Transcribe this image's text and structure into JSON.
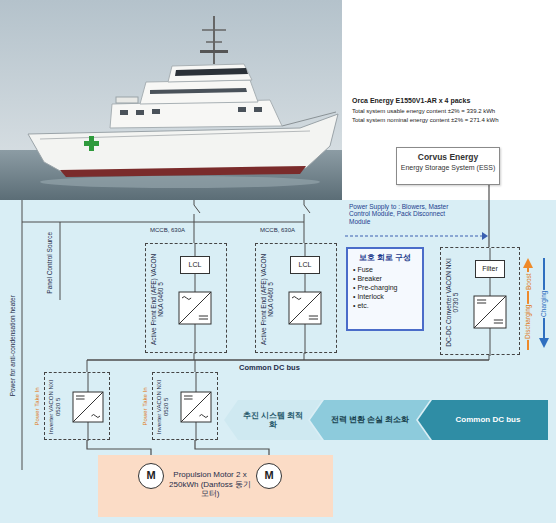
{
  "diagram": {
    "nodes": [
      {
        "text": [
          "Corvus Energy",
          "Energy Storage System (ESS)"
        ]
      },
      {
        "text": [
          "Active Front End (AFE) VACON NXA 0460 5"
        ]
      },
      {
        "text": [
          "LCL"
        ],
        "in": 1
      },
      {
        "text": [
          "Active Front End (AFE) VACON NXA 0460 5"
        ]
      },
      {
        "text": [
          "LCL"
        ],
        "in": 3
      },
      {
        "text": [
          "보호 회로 구성",
          "• Fuse",
          "• Breaker",
          "• Pre-charging",
          "• Interlock",
          "• etc."
        ]
      },
      {
        "text": [
          "DC-DC Converter VACON NXI 0730 5"
        ]
      },
      {
        "text": [
          "Filter"
        ],
        "in": 6
      },
      {
        "text": [
          "Inverter VACON NXI 0520 5"
        ]
      },
      {
        "text": [
          "Inverter VACON NXI 0520 5"
        ]
      },
      {
        "text": [
          "Propulsion Motor 2 x 250kWh (Danfoss 동기 모터)"
        ]
      },
      {
        "text": [
          "M"
        ],
        "in": 10
      },
      {
        "text": [
          "M"
        ],
        "in": 10
      },
      {
        "text": [
          "추진 시스템 최적화"
        ]
      },
      {
        "text": [
          "전력 변환 손실 최소화"
        ]
      },
      {
        "text": [
          "Common DC bus"
        ]
      }
    ],
    "edges": [
      {
        "from": 0,
        "to": 6,
        "arrow": "none"
      },
      {
        "from": 8,
        "to": 11,
        "arrow": "none"
      },
      {
        "from": 9,
        "to": 12,
        "arrow": "none"
      }
    ],
    "labels": [
      "Orca Energy E1550V1-AR x 4 packs",
      "Total system usable energy content ±2% = 339.2 kWh",
      "Total system nominal energy content ±2% = 271.4 kWh",
      "Power Supply to : Blowers, Master Control Module, Pack Disconnect Module",
      "MCCB, 630A",
      "MCCB, 630A",
      "Boost",
      "Discharging",
      "Charging",
      "Common DC bus",
      "Power Take In",
      "Power Take In",
      "Power for anti-condensation heater",
      "Panel Control Source"
    ]
  }
}
